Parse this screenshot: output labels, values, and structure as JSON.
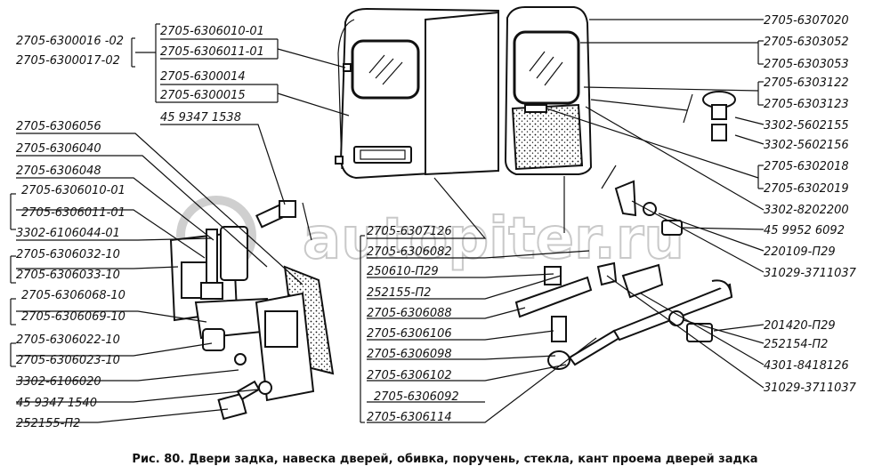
{
  "watermark": "autopiter.ru",
  "caption": "Рис. 80. Двери задка, навеска дверей, обивка, поручень, стекла, кант проема дверей задка",
  "labels_left": [
    "2705-6300016 -02",
    "2705-6300017-02",
    "2705-6306056",
    "2705-6306040",
    "2705-6306048",
    "2705-6306010-01",
    "2705-6306011-01",
    "3302-6106044-01",
    "2705-6306032-10",
    "2705-6306033-10",
    "2705-6306068-10",
    "2705-6306069-10",
    "2705-6306022-10",
    "2705-6306023-10",
    "3302-6106020",
    "45 9347 1540",
    "252155-П2"
  ],
  "labels_top": [
    "2705-6306010-01",
    "2705-6306011-01",
    "2705-6300014",
    "2705-6300015",
    "45 9347 1538"
  ],
  "labels_center": [
    "2705-6307126",
    "2705-6306082",
    "250610-П29",
    "252155-П2",
    "2705-6306088",
    "2705-6306106",
    "2705-6306098",
    "2705-6306102",
    "2705-6306092",
    "2705-6306114"
  ],
  "labels_right": [
    "2705-6307020",
    "2705-6303052",
    "2705-6303053",
    "2705-6303122",
    "2705-6303123",
    "3302-5602155",
    "3302-5602156",
    "2705-6302018",
    "2705-6302019",
    "3302-8202200",
    "45 9952 6092",
    "220109-П29",
    "31029-3711037",
    "201420-П29",
    "252154-П2",
    "4301-8418126",
    "31029-3711037"
  ]
}
